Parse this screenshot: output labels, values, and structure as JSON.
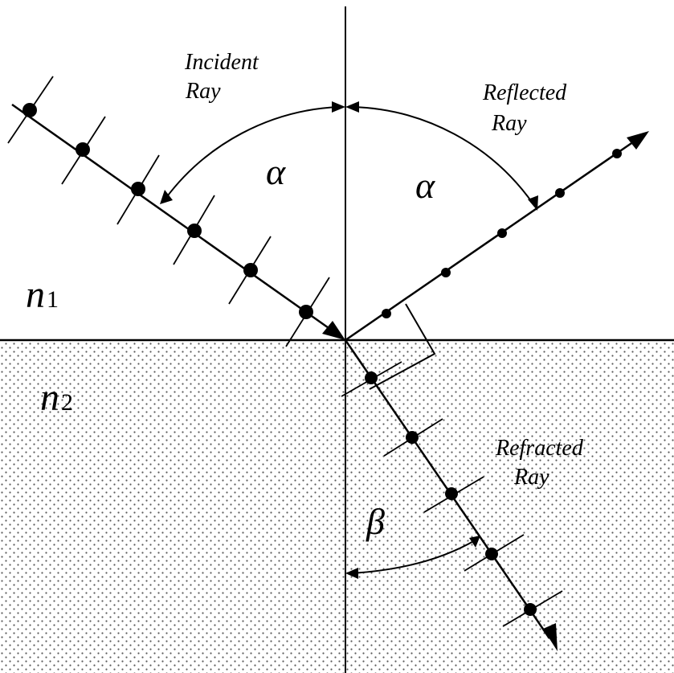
{
  "labels": {
    "incident_line1": "Incident",
    "incident_line2": "Ray",
    "reflected_line1": "Reflected",
    "reflected_line2": "Ray",
    "refracted_line1": "Refracted",
    "refracted_line2": "Ray",
    "alpha_incident": "α",
    "alpha_reflected": "α",
    "beta": "β",
    "n1_symbol": "n",
    "n1_subscript": "1",
    "n2_symbol": "n",
    "n2_subscript": "2"
  },
  "colors": {
    "line": "#000000",
    "background": "#ffffff",
    "stipple": "#5a5a5a"
  },
  "icons": {
    "medium_fill": "dotted-stipple-pattern"
  }
}
